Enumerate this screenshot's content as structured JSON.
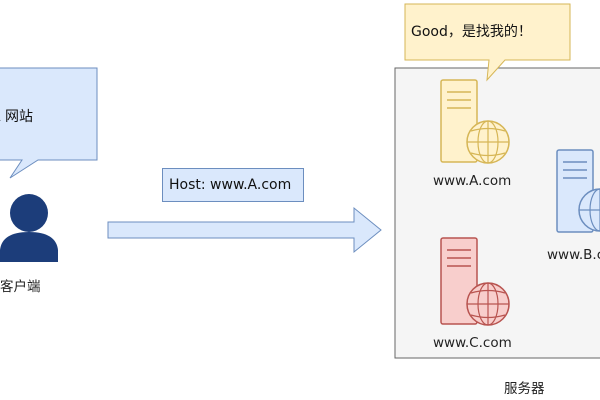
{
  "client": {
    "bubble_text": "A 网站",
    "label": "客户端"
  },
  "request": {
    "label": "Host: www.A.com"
  },
  "servers": {
    "group_label": "服务器",
    "reply_text": "Good，是找我的！",
    "items": [
      {
        "label": "www.A.com",
        "color": "#fff2cc",
        "stroke": "#d6b656"
      },
      {
        "label": "www.B.com",
        "color": "#dae8fc",
        "stroke": "#6c8ebf"
      },
      {
        "label": "www.C.com",
        "color": "#f8cecc",
        "stroke": "#b85450"
      }
    ]
  },
  "colors": {
    "user_icon": "#1c3d7a",
    "bubble_fill": "#dae8fc",
    "bubble_stroke": "#6c8ebf",
    "reply_fill": "#fff2cc",
    "reply_stroke": "#d6b656",
    "server_area_fill": "#f5f5f5",
    "server_area_stroke": "#666666"
  }
}
